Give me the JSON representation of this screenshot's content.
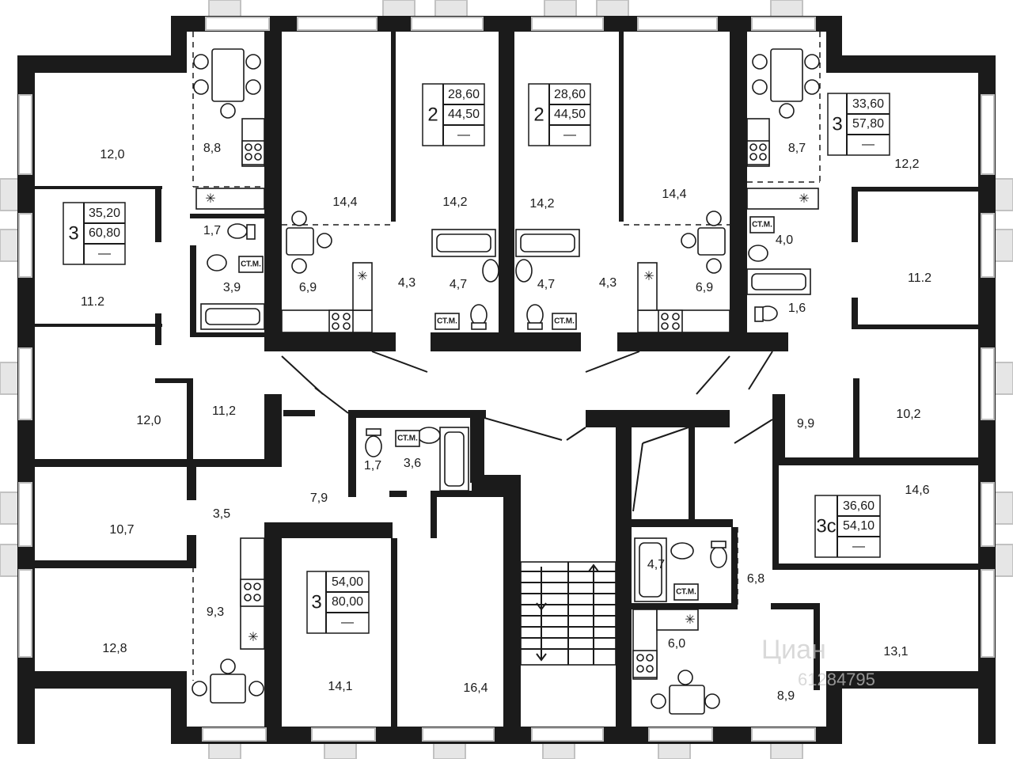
{
  "rooms": [
    {
      "id": "r1",
      "label": "12,0"
    },
    {
      "id": "r2",
      "label": "8,8"
    },
    {
      "id": "r3",
      "label": "14,4"
    },
    {
      "id": "r4",
      "label": "14,2"
    },
    {
      "id": "r5",
      "label": "14,2"
    },
    {
      "id": "r6",
      "label": "14,4"
    },
    {
      "id": "r7",
      "label": "8,7"
    },
    {
      "id": "r8",
      "label": "12,2"
    },
    {
      "id": "r9",
      "label": "1,7"
    },
    {
      "id": "r10",
      "label": "3,9"
    },
    {
      "id": "r11",
      "label": "11.2"
    },
    {
      "id": "r12",
      "label": "6,9"
    },
    {
      "id": "r13",
      "label": "4,3"
    },
    {
      "id": "r14",
      "label": "4,7"
    },
    {
      "id": "r15",
      "label": "4,7"
    },
    {
      "id": "r16",
      "label": "4,3"
    },
    {
      "id": "r17",
      "label": "6,9"
    },
    {
      "id": "r18",
      "label": "4,0"
    },
    {
      "id": "r19",
      "label": "1,6"
    },
    {
      "id": "r20",
      "label": "11.2"
    },
    {
      "id": "r21",
      "label": "12,0"
    },
    {
      "id": "r22",
      "label": "11,2"
    },
    {
      "id": "r23",
      "label": "1,7"
    },
    {
      "id": "r24",
      "label": "3,6"
    },
    {
      "id": "r25",
      "label": "9,9"
    },
    {
      "id": "r26",
      "label": "10,2"
    },
    {
      "id": "r27",
      "label": "3,5"
    },
    {
      "id": "r28",
      "label": "7,9"
    },
    {
      "id": "r29",
      "label": "10,7"
    },
    {
      "id": "r30",
      "label": "14,6"
    },
    {
      "id": "r31",
      "label": "4,7"
    },
    {
      "id": "r32",
      "label": "6,8"
    },
    {
      "id": "r33",
      "label": "9,3"
    },
    {
      "id": "r34",
      "label": "12,8"
    },
    {
      "id": "r35",
      "label": "6,0"
    },
    {
      "id": "r36",
      "label": "13,1"
    },
    {
      "id": "r37",
      "label": "14,1"
    },
    {
      "id": "r38",
      "label": "16,4"
    },
    {
      "id": "r39",
      "label": "8,9"
    }
  ],
  "apartments": [
    {
      "id": "a1",
      "rooms": "2",
      "living_area": "28,60",
      "total_area": "44,50",
      "price": "—"
    },
    {
      "id": "a2",
      "rooms": "2",
      "living_area": "28,60",
      "total_area": "44,50",
      "price": "—"
    },
    {
      "id": "a3",
      "rooms": "3",
      "living_area": "33,60",
      "total_area": "57,80",
      "price": "—"
    },
    {
      "id": "a4",
      "rooms": "3",
      "living_area": "35,20",
      "total_area": "60,80",
      "price": "—"
    },
    {
      "id": "a5",
      "rooms": "3с",
      "living_area": "36,60",
      "total_area": "54,10",
      "price": "—"
    },
    {
      "id": "a6",
      "rooms": "3",
      "living_area": "54,00",
      "total_area": "80,00",
      "price": "—"
    }
  ],
  "toilet_label": "СТ.М.",
  "watermark": {
    "brand": "Циан",
    "code": "61284795"
  },
  "icons": [
    "window-icon",
    "bathtub-icon",
    "toilet-icon",
    "sink-icon",
    "stove-icon",
    "dining-set-icon",
    "ventilation-icon",
    "staircase-icon"
  ]
}
